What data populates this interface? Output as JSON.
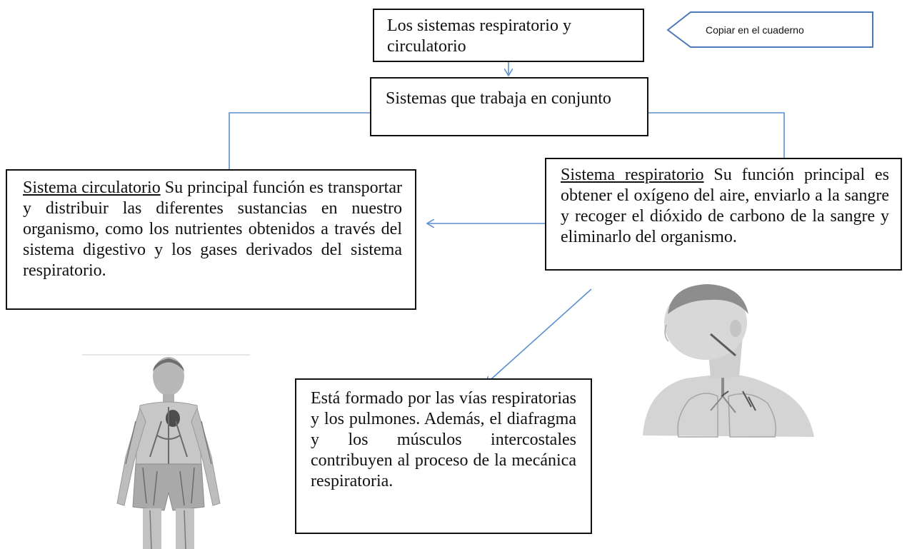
{
  "title_box": {
    "text": "Los sistemas respiratorio y circulatorio"
  },
  "subtitle_box": {
    "text": "Sistemas que trabaja en conjunto"
  },
  "note": {
    "text": "Copiar en el cuaderno",
    "border_color": "#4a7ab8"
  },
  "circulatory_box": {
    "heading": "Sistema circulatorio",
    "body": " Su principal función es transportar y distribuir las diferentes sustancias en nuestro organismo, como los nutrientes obtenidos a través del sistema digestivo y los gases derivados del sistema respiratorio."
  },
  "respiratory_box": {
    "heading": "Sistema respiratorio",
    "body": " Su función principal es obtener el oxígeno del aire, enviarlo a la sangre y recoger el dióxido de carbono de la sangre y eliminarlo del organismo."
  },
  "detail_box": {
    "text": "Está formado por las vías respiratorias y los pulmones. Además, el diafragma y los músculos intercostales contribuyen al proceso de la mecánica respiratoria."
  },
  "connector_color": "#5b8fd0",
  "images": [
    "circulatory-system-figure",
    "respiratory-system-figure"
  ]
}
